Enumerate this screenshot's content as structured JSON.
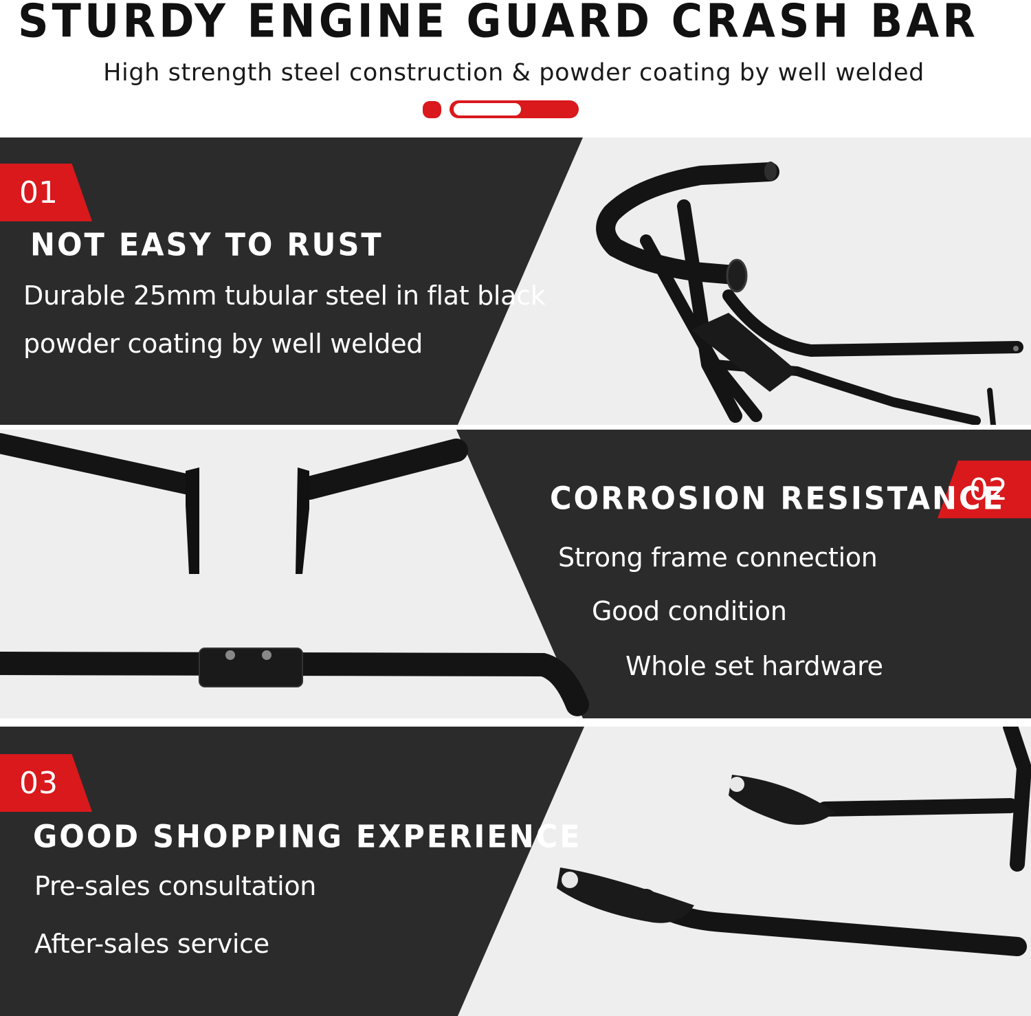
{
  "header": {
    "title": "STURDY ENGINE GUARD CRASH BAR",
    "subtitle": "High strength steel construction & powder coating by well welded"
  },
  "colors": {
    "accent_red": "#d9191c",
    "dark_panel": "#2b2b2b",
    "light_bg": "#eeeeee",
    "text_light": "#ffffff"
  },
  "sections": [
    {
      "number": "01",
      "title": "NOT EASY TO RUST",
      "lines": [
        "Durable 25mm tubular steel in flat black",
        "powder coating by well welded"
      ]
    },
    {
      "number": "02",
      "title": "CORROSION RESISTANCE",
      "lines": [
        "Strong frame connection",
        "Good condition",
        "Whole set hardware"
      ]
    },
    {
      "number": "03",
      "title": "GOOD SHOPPING EXPERIENCE",
      "lines": [
        "Pre-sales consultation",
        "After-sales service"
      ]
    }
  ]
}
